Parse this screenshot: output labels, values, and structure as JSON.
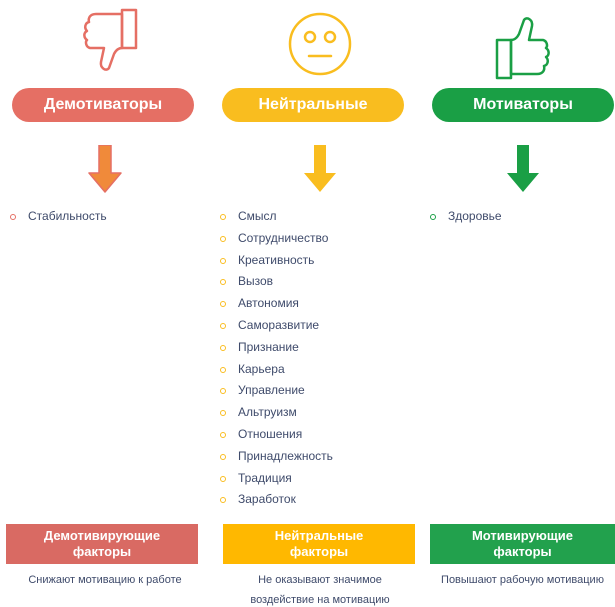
{
  "colors": {
    "demotivators": "#e56f64",
    "neutral": "#f9bd1f",
    "motivators": "#1a9f45"
  },
  "columns": {
    "demotivators": {
      "icon": "thumbs-down-icon",
      "title": "Демотиваторы",
      "items": [
        "Стабильность"
      ],
      "box_label": "Демотивирующие\nфакторы",
      "description": "Снижают мотивацию к работе"
    },
    "neutral": {
      "icon": "neutral-face-icon",
      "title": "Нейтральные",
      "items": [
        "Смысл",
        "Сотрудничество",
        "Креативность",
        "Вызов",
        "Автономия",
        "Саморазвитие",
        "Признание",
        "Карьера",
        "Управление",
        "Альтруизм",
        "Отношения",
        "Принадлежность",
        "Традиция",
        "Заработок"
      ],
      "box_label": "Нейтральные\nфакторы",
      "description": "Не оказывают значимое\nвоздействие на мотивацию"
    },
    "motivators": {
      "icon": "thumbs-up-icon",
      "title": "Мотиваторы",
      "items": [
        "Здоровье"
      ],
      "box_label": "Мотивирующие\nфакторы",
      "description": "Повышают рабочую мотивацию"
    }
  }
}
